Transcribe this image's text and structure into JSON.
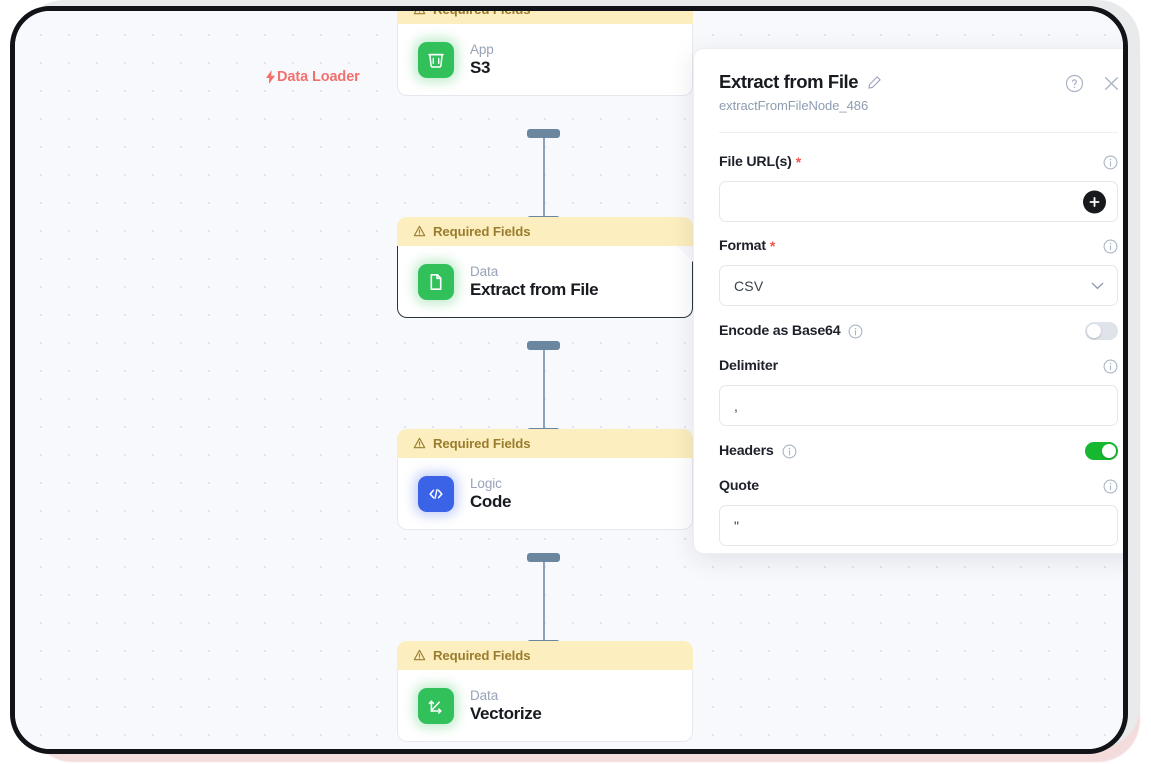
{
  "canvas": {
    "group_label": "Data Loader",
    "group_label_color": "#f2706d",
    "nodes": [
      {
        "banner": "Required Fields",
        "category": "App",
        "title": "S3",
        "icon": "s3-bucket-icon",
        "icon_color": "#31c05a",
        "selected": false
      },
      {
        "banner": "Required Fields",
        "category": "Data",
        "title": "Extract from File",
        "icon": "file-doc-icon",
        "icon_color": "#31c05a",
        "selected": true
      },
      {
        "banner": "Required Fields",
        "category": "Logic",
        "title": "Code",
        "icon": "code-icon",
        "icon_color": "#3b63e8",
        "selected": false
      },
      {
        "banner": "Required Fields",
        "category": "Data",
        "title": "Vectorize",
        "icon": "vectorize-icon",
        "icon_color": "#31c05a",
        "selected": false
      }
    ]
  },
  "panel": {
    "title": "Extract from File",
    "subtitle": "extractFromFileNode_486",
    "edit_icon": "pencil-icon",
    "help_icon": "help-circle-icon",
    "close_icon": "close-icon",
    "fields": [
      {
        "label": "File URL(s)",
        "required": true,
        "value": "",
        "type": "text-with-add"
      },
      {
        "label": "Format",
        "required": true,
        "value": "CSV",
        "type": "select"
      },
      {
        "label": "Encode as Base64",
        "required": false,
        "value": "off",
        "type": "toggle"
      },
      {
        "label": "Delimiter",
        "required": false,
        "value": ",",
        "type": "text"
      },
      {
        "label": "Headers",
        "required": false,
        "value": "on",
        "type": "toggle"
      },
      {
        "label": "Quote",
        "required": false,
        "value": "\"",
        "type": "text"
      }
    ]
  },
  "colors": {
    "banner_bg": "#fceebe",
    "banner_text": "#9a7c2e",
    "toggle_on": "#16b830",
    "required_star": "#f0564a"
  }
}
